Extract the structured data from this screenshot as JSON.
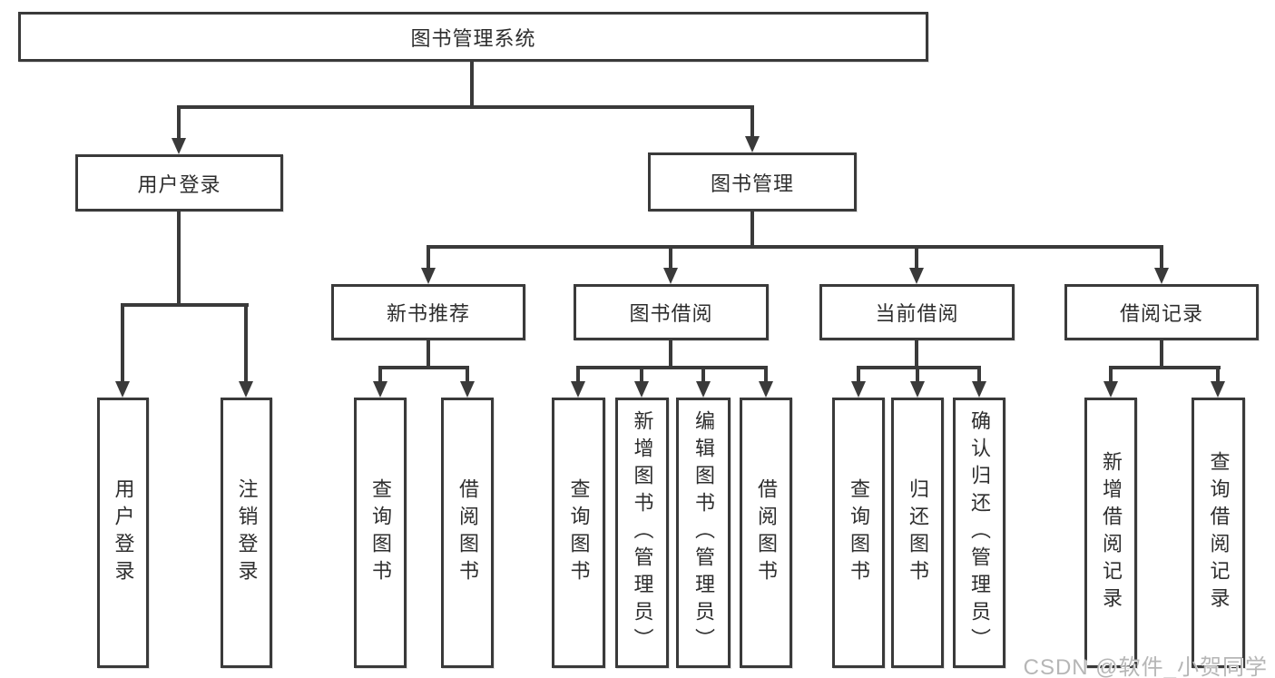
{
  "tree": {
    "label": "图书管理系统",
    "children": [
      {
        "label": "用户登录",
        "children": [
          {
            "label": "用户登录"
          },
          {
            "label": "注销登录"
          }
        ]
      },
      {
        "label": "图书管理",
        "children": [
          {
            "label": "新书推荐",
            "children": [
              {
                "label": "查询图书"
              },
              {
                "label": "借阅图书"
              }
            ]
          },
          {
            "label": "图书借阅",
            "children": [
              {
                "label": "查询图书"
              },
              {
                "label": "新增图书（管理员）"
              },
              {
                "label": "编辑图书（管理员）"
              },
              {
                "label": "借阅图书"
              }
            ]
          },
          {
            "label": "当前借阅",
            "children": [
              {
                "label": "查询图书"
              },
              {
                "label": "归还图书"
              },
              {
                "label": "确认归还（管理员）"
              }
            ]
          },
          {
            "label": "借阅记录",
            "children": [
              {
                "label": "新增借阅记录"
              },
              {
                "label": "查询借阅记录"
              }
            ]
          }
        ]
      }
    ]
  },
  "watermark": {
    "text": "CSDN @软件_小贺同学"
  },
  "colors": {
    "line": "#3a3a3a",
    "node_border": "#3a3a3a",
    "text": "#2e2e2e",
    "watermark": "#b6b6b6",
    "background": "#ffffff"
  }
}
